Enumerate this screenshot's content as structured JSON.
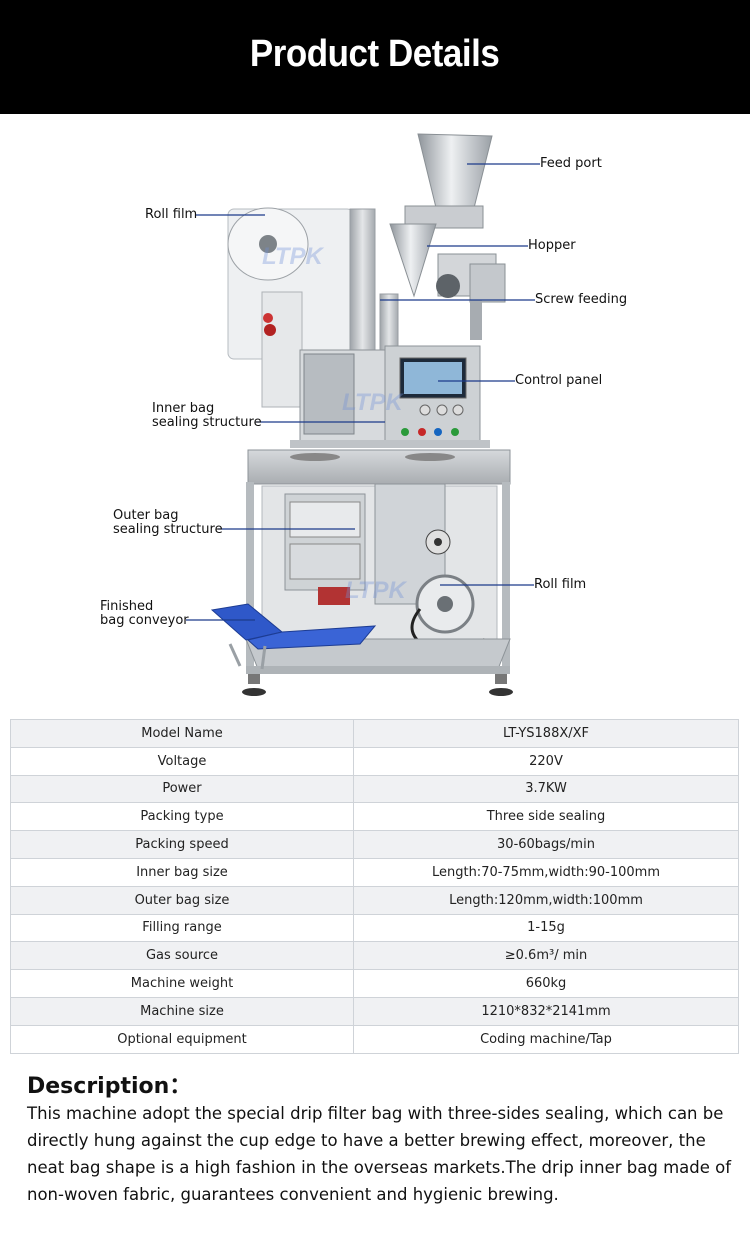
{
  "header": {
    "title": "Product Details"
  },
  "diagram": {
    "labels": {
      "feed_port": "Feed port",
      "roll_film_top": "Roll film",
      "hopper": "Hopper",
      "screw_feeding": "Screw feeding",
      "control_panel": "Control panel",
      "inner_bag_line1": "Inner bag",
      "inner_bag_line2": "sealing structure",
      "outer_bag_line1": "Outer bag",
      "outer_bag_line2": "sealing structure",
      "roll_film_bottom": "Roll film",
      "finished_line1": "Finished",
      "finished_line2": "bag conveyor"
    },
    "watermark": "LTPK",
    "colors": {
      "leader_line": "#1c3b8a",
      "steel": "#bfc3c7",
      "conveyor": "#2f58c9"
    }
  },
  "specs": [
    {
      "name": "Model Name",
      "value": "LT-YS188X/XF"
    },
    {
      "name": "Voltage",
      "value": "220V"
    },
    {
      "name": "Power",
      "value": "3.7KW"
    },
    {
      "name": "Packing type",
      "value": "Three side sealing"
    },
    {
      "name": "Packing speed",
      "value": "30-60bags/min"
    },
    {
      "name": "Inner bag size",
      "value": "Length:70-75mm,width:90-100mm"
    },
    {
      "name": "Outer bag size",
      "value": "Length:120mm,width:100mm"
    },
    {
      "name": "Filling range",
      "value": "1-15g"
    },
    {
      "name": "Gas source",
      "value": "≥0.6m³/ min"
    },
    {
      "name": "Machine weight",
      "value": "660kg"
    },
    {
      "name": "Machine size",
      "value": "1210*832*2141mm"
    },
    {
      "name": "Optional equipment",
      "value": "Coding machine/Tap"
    }
  ],
  "description": {
    "title": "Description：",
    "body": "This machine adopt the special drip filter bag with three-sides sealing, which can be directly hung against the cup edge to have a better brewing effect, moreover, the neat bag shape is a high fashion in the overseas markets.The drip inner bag made of non-woven fabric, guarantees convenient and hygienic brewing."
  }
}
